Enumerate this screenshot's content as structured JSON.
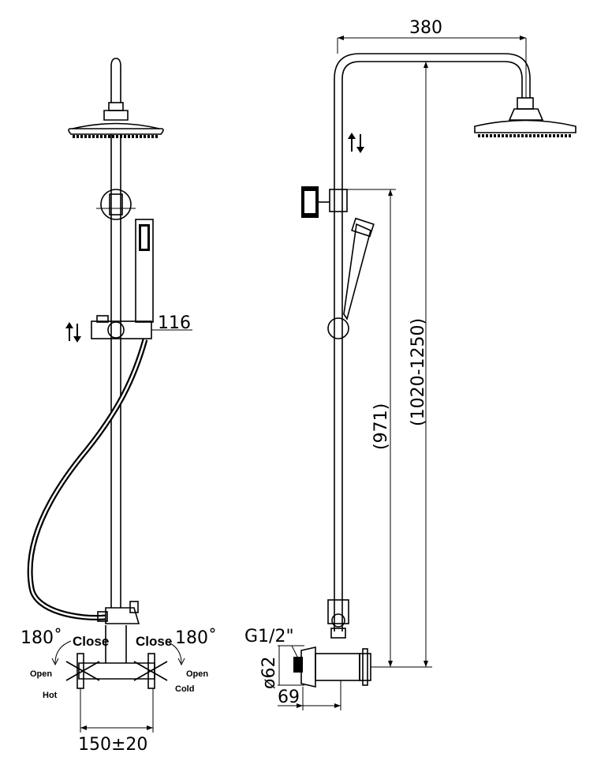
{
  "dimensions": {
    "width_arm": "380",
    "slider_offset": "116",
    "height_outlet": "(971)",
    "height_range": "(1020-1250)",
    "center_distance": "150±20",
    "thread": "G1/2\"",
    "flange_diameter": "ø62",
    "projection": "69"
  },
  "labels": {
    "rotation_left": "180˚",
    "rotation_right": "180˚",
    "close_left": "Close",
    "close_right": "Close",
    "open_left": "Open",
    "open_right": "Open",
    "hot": "Hot",
    "cold": "Cold"
  },
  "icons": {
    "adjust_arrows_left": "up-down-arrows-icon",
    "adjust_arrows_right": "up-down-arrows-icon"
  }
}
